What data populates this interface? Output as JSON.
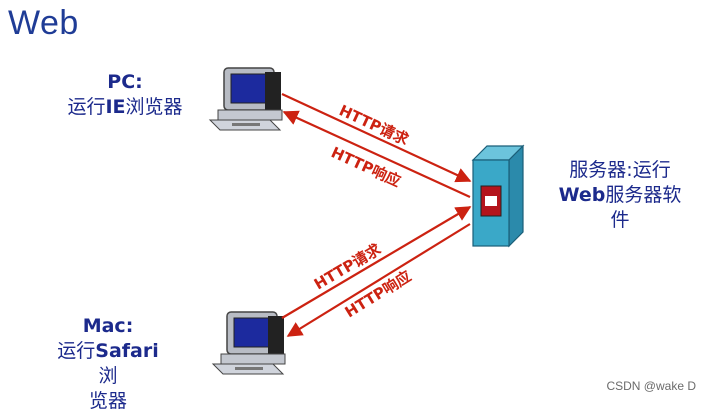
{
  "title": "Web",
  "pc": {
    "line1": "PC:",
    "line2_prefix": "运行",
    "line2_bold": "IE",
    "line2_suffix": "浏览器"
  },
  "mac": {
    "line1": "Mac:",
    "line2_prefix": "运行",
    "line2_bold": "Safari",
    "line2_suffix": "浏",
    "line3": "览器"
  },
  "server": {
    "line1": "服务器:运行",
    "line2_bold": "Web",
    "line2_suffix": "服务器软",
    "line3": "件"
  },
  "arrows": {
    "pc_request": "HTTP请求",
    "pc_response": "HTTP响应",
    "mac_request": "HTTP请求",
    "mac_response": "HTTP响应"
  },
  "colors": {
    "title": "#1f3c96",
    "label": "#1c2a8c",
    "arrow": "#cc2211",
    "server": "#3aa8c8"
  },
  "icons": [
    "computer-icon",
    "computer-icon",
    "server-icon"
  ],
  "watermark": "CSDN @wake D"
}
